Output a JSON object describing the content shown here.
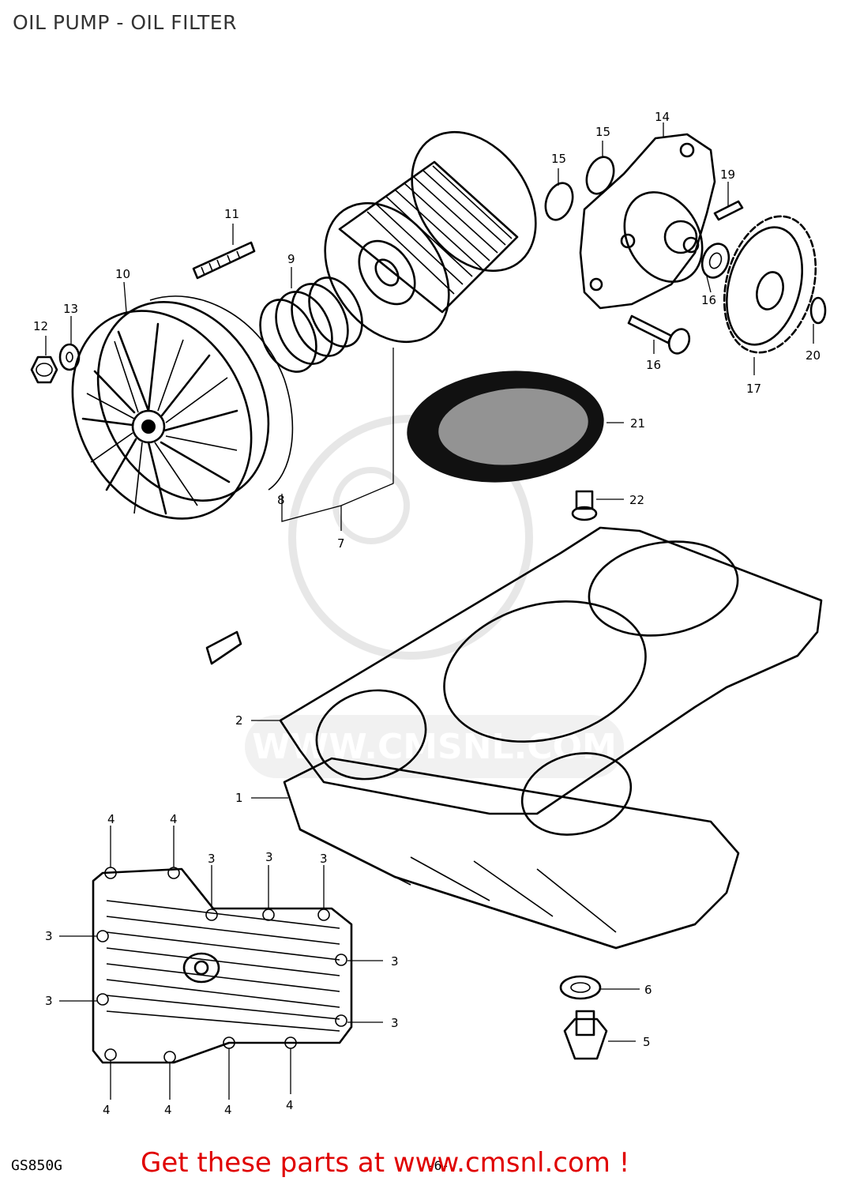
{
  "title": "OIL PUMP - OIL FILTER",
  "footer": {
    "model_code": "GS850G",
    "page_number": "-6-",
    "promo_text": "Get these parts at www.cmsnl.com !"
  },
  "watermark": {
    "text": "WWW.CMSNL.COM"
  },
  "callouts": {
    "c1": "1",
    "c2": "2",
    "c3": "3",
    "c4": "4",
    "c5": "5",
    "c6": "6",
    "c7": "7",
    "c8": "8",
    "c9": "9",
    "c10": "10",
    "c11": "11",
    "c12": "12",
    "c13": "13",
    "c14": "14",
    "c15": "15",
    "c16": "16",
    "c17": "17",
    "c19": "19",
    "c20": "20",
    "c21": "21",
    "c22": "22"
  },
  "colors": {
    "ink": "#000000",
    "promo": "#e00000",
    "watermark": "#cfcfcf"
  }
}
